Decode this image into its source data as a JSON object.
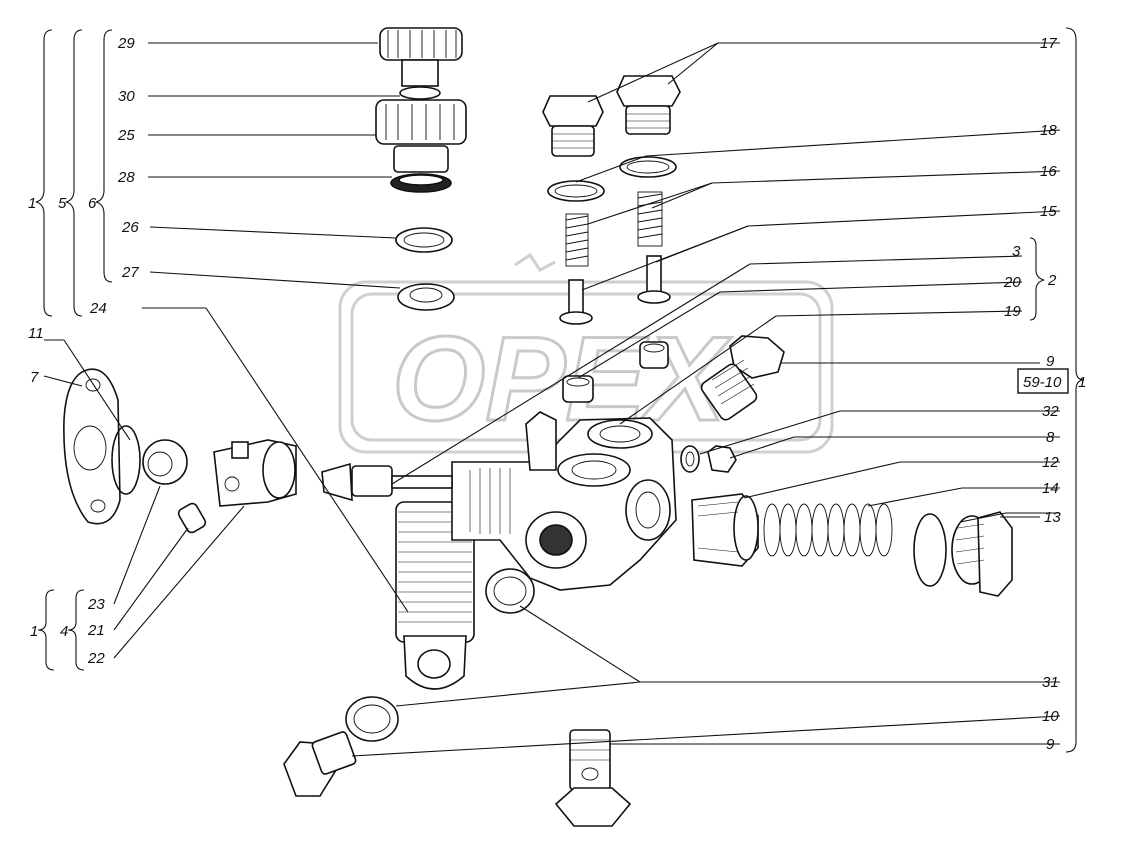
{
  "labels": {
    "p29": "29",
    "p30": "30",
    "p25": "25",
    "p28": "28",
    "p26": "26",
    "p27": "27",
    "p24": "24",
    "p11": "11",
    "p7": "7",
    "p23": "23",
    "p21": "21",
    "p22": "22",
    "p17": "17",
    "p18": "18",
    "p16": "16",
    "p15": "15",
    "p3": "3",
    "p20": "20",
    "p19": "19",
    "p9a": "9",
    "p32": "32",
    "p8": "8",
    "p12": "12",
    "p14": "14",
    "p13": "13",
    "p31": "31",
    "p10": "10",
    "p9b": "9",
    "g1a": "1",
    "g5": "5",
    "g6": "6",
    "g1b": "1",
    "g4": "4",
    "g2": "2",
    "g1c": "1"
  },
  "ref_box": "59-10",
  "watermark": "OPEX"
}
